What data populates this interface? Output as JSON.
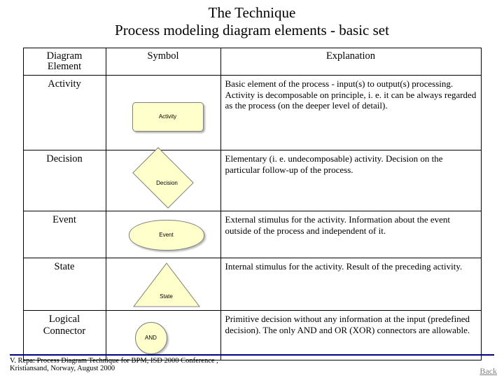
{
  "title": {
    "line1": "The Technique",
    "line2": "Process modeling diagram elements - basic set"
  },
  "table": {
    "headers": {
      "element": "Diagram\nElement",
      "element_line1": "Diagram",
      "element_line2": "Element",
      "symbol": "Symbol",
      "explanation": "Explanation"
    },
    "rows": [
      {
        "element": "Activity",
        "symbol_label": "Activity",
        "symbol_shape": "rounded-rectangle",
        "explanation": "Basic element of the process - input(s) to output(s) processing.\nActivity is decomposable on principle, i. e. it can be always regarded as the process (on the deeper level of detail).",
        "explanation_p1": "Basic element of the process - input(s) to output(s) processing.",
        "explanation_p2": "Activity is decomposable on principle, i. e. it can be always regarded as the process (on the deeper level of detail)."
      },
      {
        "element": "Decision",
        "symbol_label": "Decision",
        "symbol_shape": "diamond",
        "explanation_p1": "Elementary (i. e. undecomposable) activity. Decision on the particular follow-up of the process.",
        "explanation_p2": ""
      },
      {
        "element": "Event",
        "symbol_label": "Event",
        "symbol_shape": "ellipse",
        "explanation_p1": "External stimulus for the activity. Information about the event outside of the process and independent of it.",
        "explanation_p2": ""
      },
      {
        "element": "State",
        "symbol_label": "State",
        "symbol_shape": "triangle",
        "explanation_p1": "Internal stimulus for the activity. Result of the preceding activity.",
        "explanation_p2": ""
      },
      {
        "element": "Logical\nConnector",
        "element_line1": "Logical",
        "element_line2": "Connector",
        "symbol_label": "AND",
        "symbol_shape": "circle",
        "explanation_p1": "Primitive decision without any information at the input (predefined decision). The only AND and OR (XOR) connectors are allowable.",
        "explanation_p2": ""
      }
    ]
  },
  "footer": {
    "line1": "V. Repa: Process Diagram Technique for BPM, ISD 2000 Conference ,",
    "line2": "Kristiansand, Norway, August 2000",
    "back_label": "Back"
  },
  "colors": {
    "shape_fill": "#ffffcc",
    "shape_stroke": "#808080",
    "footer_rule": "#000080",
    "text": "#000000"
  }
}
